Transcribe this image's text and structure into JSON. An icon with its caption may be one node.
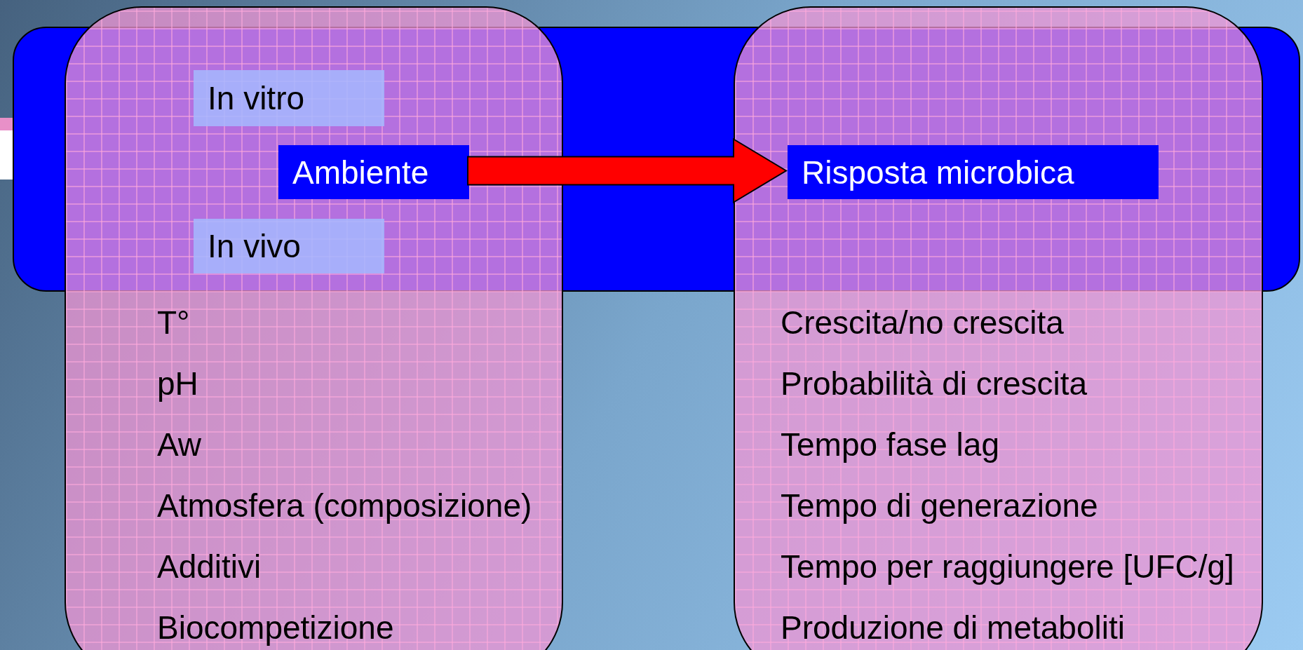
{
  "diagram": {
    "nodes": [
      {
        "text": [
          "T°",
          "pH",
          "Aw",
          "Atmosfera (composizione)",
          "Additivi",
          "Biocompetizione"
        ]
      },
      {
        "text": [
          "In vitro"
        ],
        "in": 0
      },
      {
        "text": [
          "Ambiente"
        ],
        "in": 0
      },
      {
        "text": [
          "In vivo"
        ],
        "in": 0
      },
      {
        "text": [
          "Crescita/no crescita",
          "Probabilità di crescita",
          "Tempo fase lag",
          "Tempo di generazione",
          "Tempo per raggiungere [UFC/g]",
          "Produzione di metaboliti"
        ]
      },
      {
        "text": [
          "Risposta microbica"
        ],
        "in": 4
      }
    ],
    "edges": [
      {
        "from": 2,
        "to": 5,
        "arrow": "to",
        "style": "thick",
        "color": "#ff0000"
      }
    ]
  }
}
